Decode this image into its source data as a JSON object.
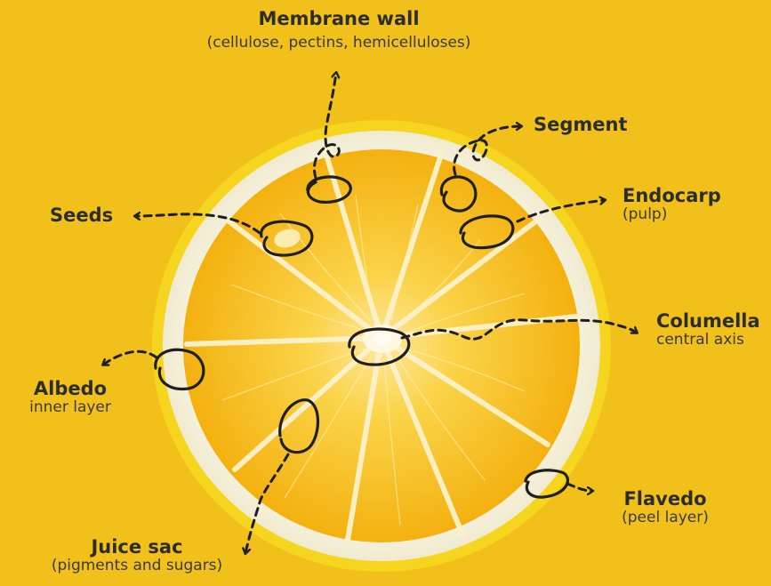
{
  "labels": {
    "membrane": {
      "title": "Membrane wall",
      "sub": "(cellulose, pectins, hemicelluloses)"
    },
    "segment": {
      "title": "Segment"
    },
    "seeds": {
      "title": "Seeds"
    },
    "endocarp": {
      "title": "Endocarp",
      "sub": "(pulp)"
    },
    "columella": {
      "title": "Columella",
      "sub": "central axis"
    },
    "albedo": {
      "title": "Albedo",
      "sub": "inner layer"
    },
    "juice_sac": {
      "title": "Juice sac",
      "sub": "(pigments and sugars)"
    },
    "flavedo": {
      "title": "Flavedo",
      "sub": "(peel layer)"
    }
  },
  "colors": {
    "background": "#f2c01b",
    "flavedo": "#f7d21e",
    "albedo": "#f6f2dc",
    "pulp": "#f7ba16",
    "ink": "#232323"
  }
}
